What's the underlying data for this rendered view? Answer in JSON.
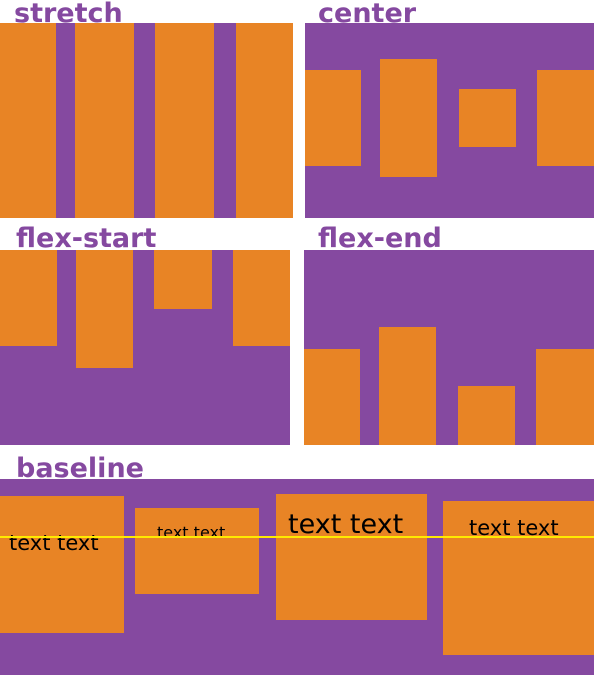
{
  "colors": {
    "container": "#8549a0",
    "item": "#e88425",
    "title": "#8549a0",
    "baseline_line": "#ffea00",
    "text": "#000000"
  },
  "panels": {
    "stretch": {
      "title": "stretch"
    },
    "center": {
      "title": "center"
    },
    "flex_start": {
      "title": "flex-start"
    },
    "flex_end": {
      "title": "flex-end"
    },
    "baseline": {
      "title": "baseline",
      "items": [
        {
          "label": "text text"
        },
        {
          "label": "text text"
        },
        {
          "label": "text text"
        },
        {
          "label": "text text"
        }
      ]
    }
  }
}
